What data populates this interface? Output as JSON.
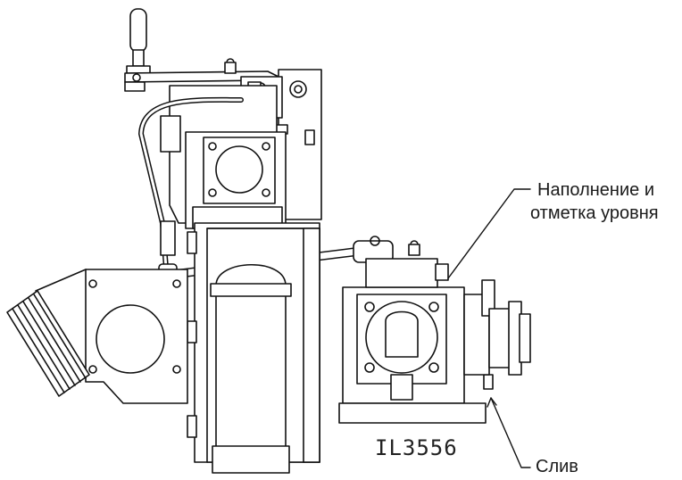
{
  "callouts": {
    "fill_level_line1": "Наполнение и",
    "fill_level_line2": "отметка уровня",
    "drain": "Слив"
  },
  "figure_id": "IL3556",
  "colors": {
    "line": "#111111",
    "background": "#ffffff"
  }
}
